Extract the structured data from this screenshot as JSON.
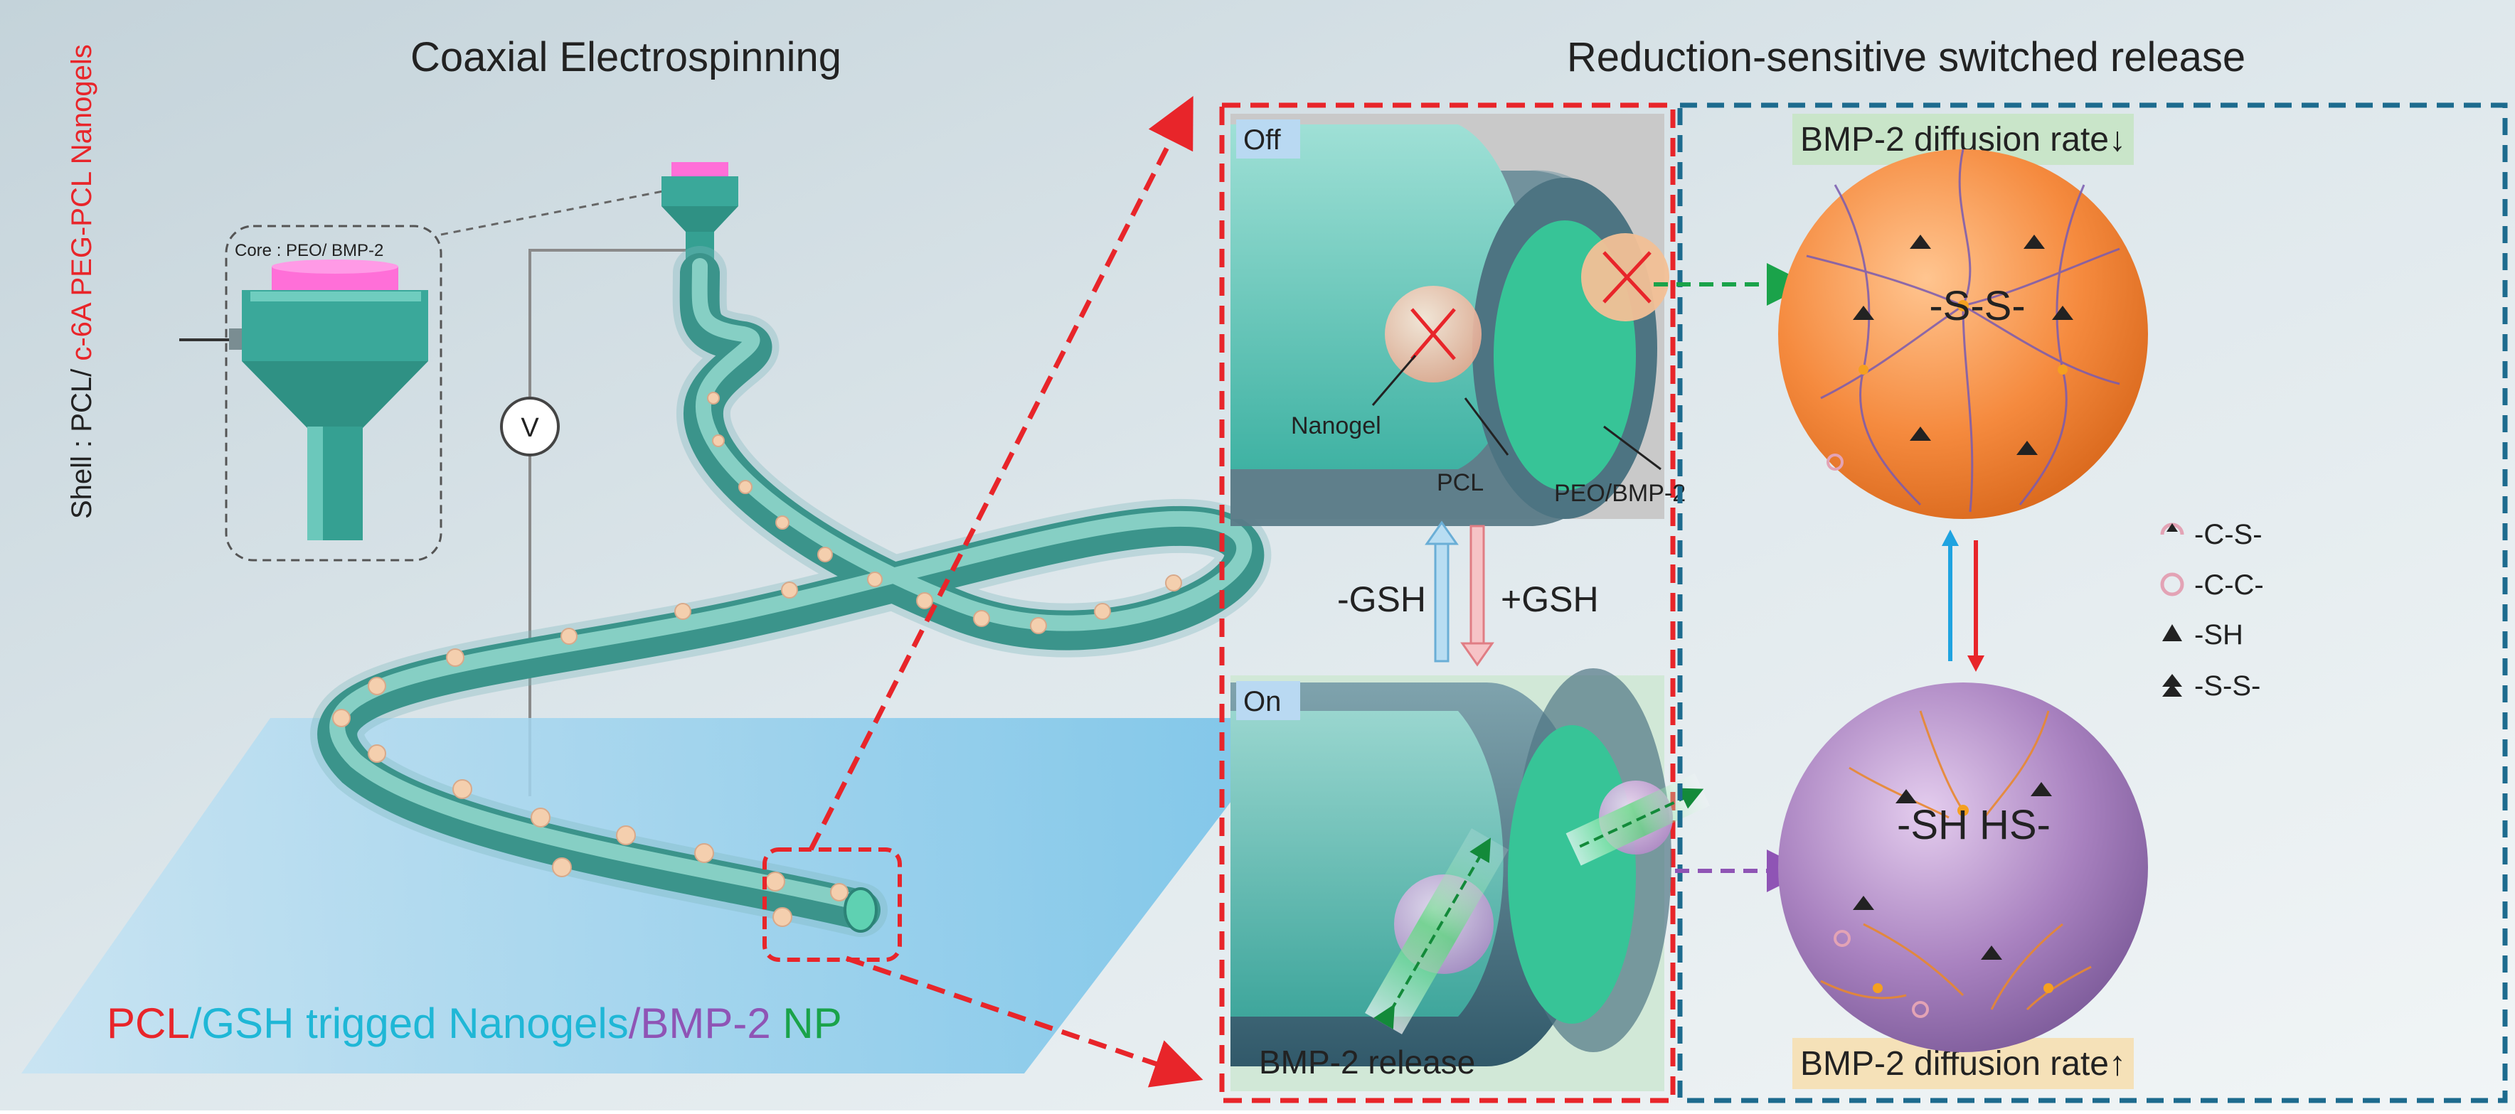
{
  "titles": {
    "left": "Coaxial Electrospinning",
    "right": "Reduction-sensitive switched release"
  },
  "apparatus": {
    "shell_prefix": "Shell : PCL/ ",
    "shell_suffix": "c-6A PEG-PCL Nanogels",
    "core_label": "Core : PEO/ BMP-2",
    "voltage_symbol": "V"
  },
  "legend_bottom": {
    "pcl": "PCL",
    "slash1": "/",
    "gsh": "GSH trigged Nanogels",
    "slash2": "/",
    "bmp": "BMP-2",
    "np": " NP"
  },
  "off_panel": {
    "state": "Off",
    "nanogel": "Nanogel",
    "pcl": "PCL",
    "peo": "PEO/BMP-2"
  },
  "switch": {
    "minus": "-GSH",
    "plus": "+GSH"
  },
  "on_panel": {
    "state": "On",
    "release": "BMP-2 release"
  },
  "spheres": {
    "top_label": "-S-S-",
    "bottom_label": "-SH HS-",
    "rate_down": "BMP-2 diffusion rate↓",
    "rate_up": "BMP-2 diffusion rate↑"
  },
  "bond_legend": [
    {
      "symbol": "half-ring-icon",
      "label": "-C-S-"
    },
    {
      "symbol": "ring-icon",
      "label": "-C-C-"
    },
    {
      "symbol": "triangle-icon",
      "label": "-SH"
    },
    {
      "symbol": "double-triangle-icon",
      "label": "-S-S-"
    }
  ],
  "colors": {
    "red": "#e8252a",
    "teal": "#3ea89b",
    "cyan": "#1fb7d6",
    "purple": "#8f54b5",
    "green": "#1aa34a",
    "orange": "#f47b2a",
    "blue_dash": "#1d6b8e"
  }
}
